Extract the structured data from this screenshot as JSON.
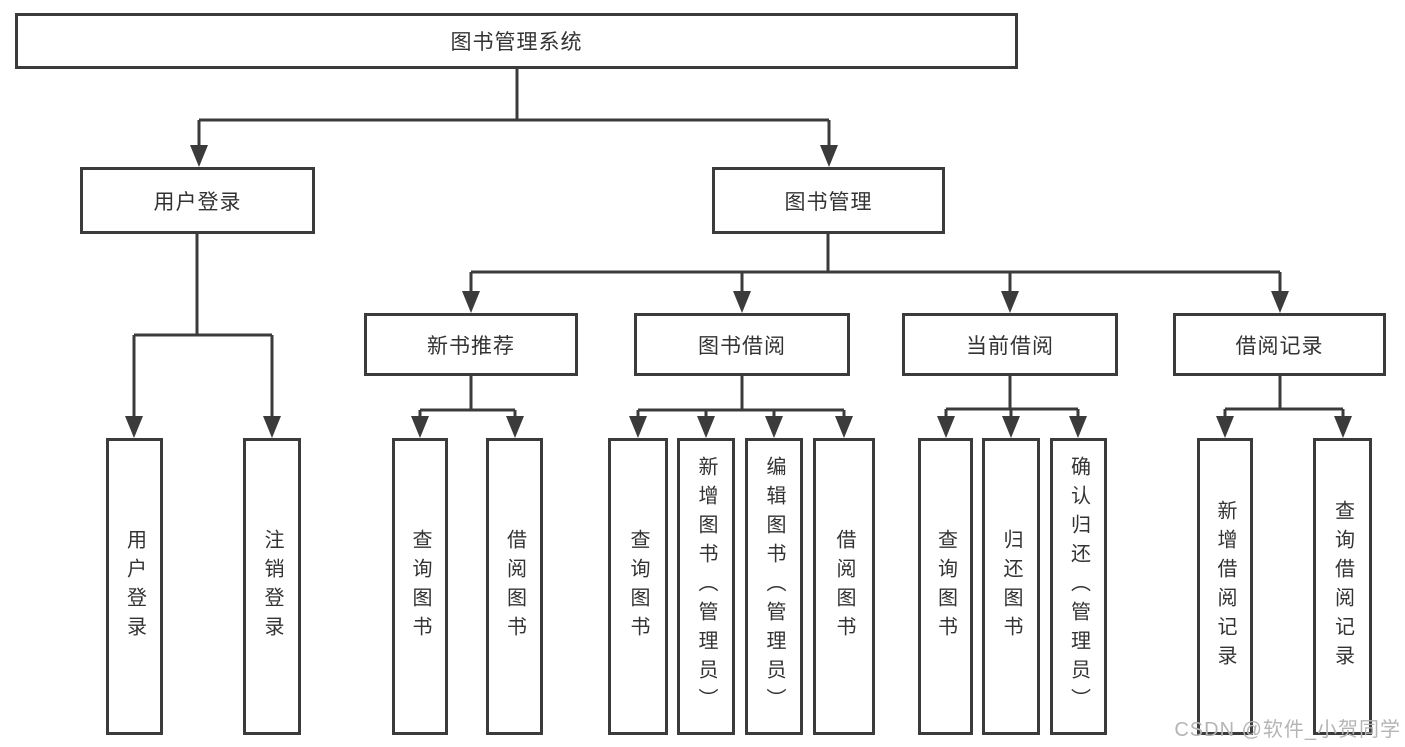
{
  "tree": {
    "root": {
      "label": "图书管理系统"
    },
    "branches": [
      {
        "label": "用户登录",
        "children": [
          {
            "label": "用户登录"
          },
          {
            "label": "注销登录"
          }
        ]
      },
      {
        "label": "图书管理",
        "children": [
          {
            "label": "新书推荐",
            "children": [
              {
                "label": "查询图书"
              },
              {
                "label": "借阅图书"
              }
            ]
          },
          {
            "label": "图书借阅",
            "children": [
              {
                "label": "查询图书"
              },
              {
                "label": "新增图书（管理员）"
              },
              {
                "label": "编辑图书（管理员）"
              },
              {
                "label": "借阅图书"
              }
            ]
          },
          {
            "label": "当前借阅",
            "children": [
              {
                "label": "查询图书"
              },
              {
                "label": "归还图书"
              },
              {
                "label": "确认归还（管理员）"
              }
            ]
          },
          {
            "label": "借阅记录",
            "children": [
              {
                "label": "新增借阅记录"
              },
              {
                "label": "查询借阅记录"
              }
            ]
          }
        ]
      }
    ]
  },
  "watermark": {
    "text": "CSDN @软件_小贺同学"
  },
  "colors": {
    "line": "#3b3b3b",
    "box_border": "#3b3b3b",
    "text": "#333333",
    "watermark": "#b5b5b5",
    "background": "#ffffff"
  }
}
